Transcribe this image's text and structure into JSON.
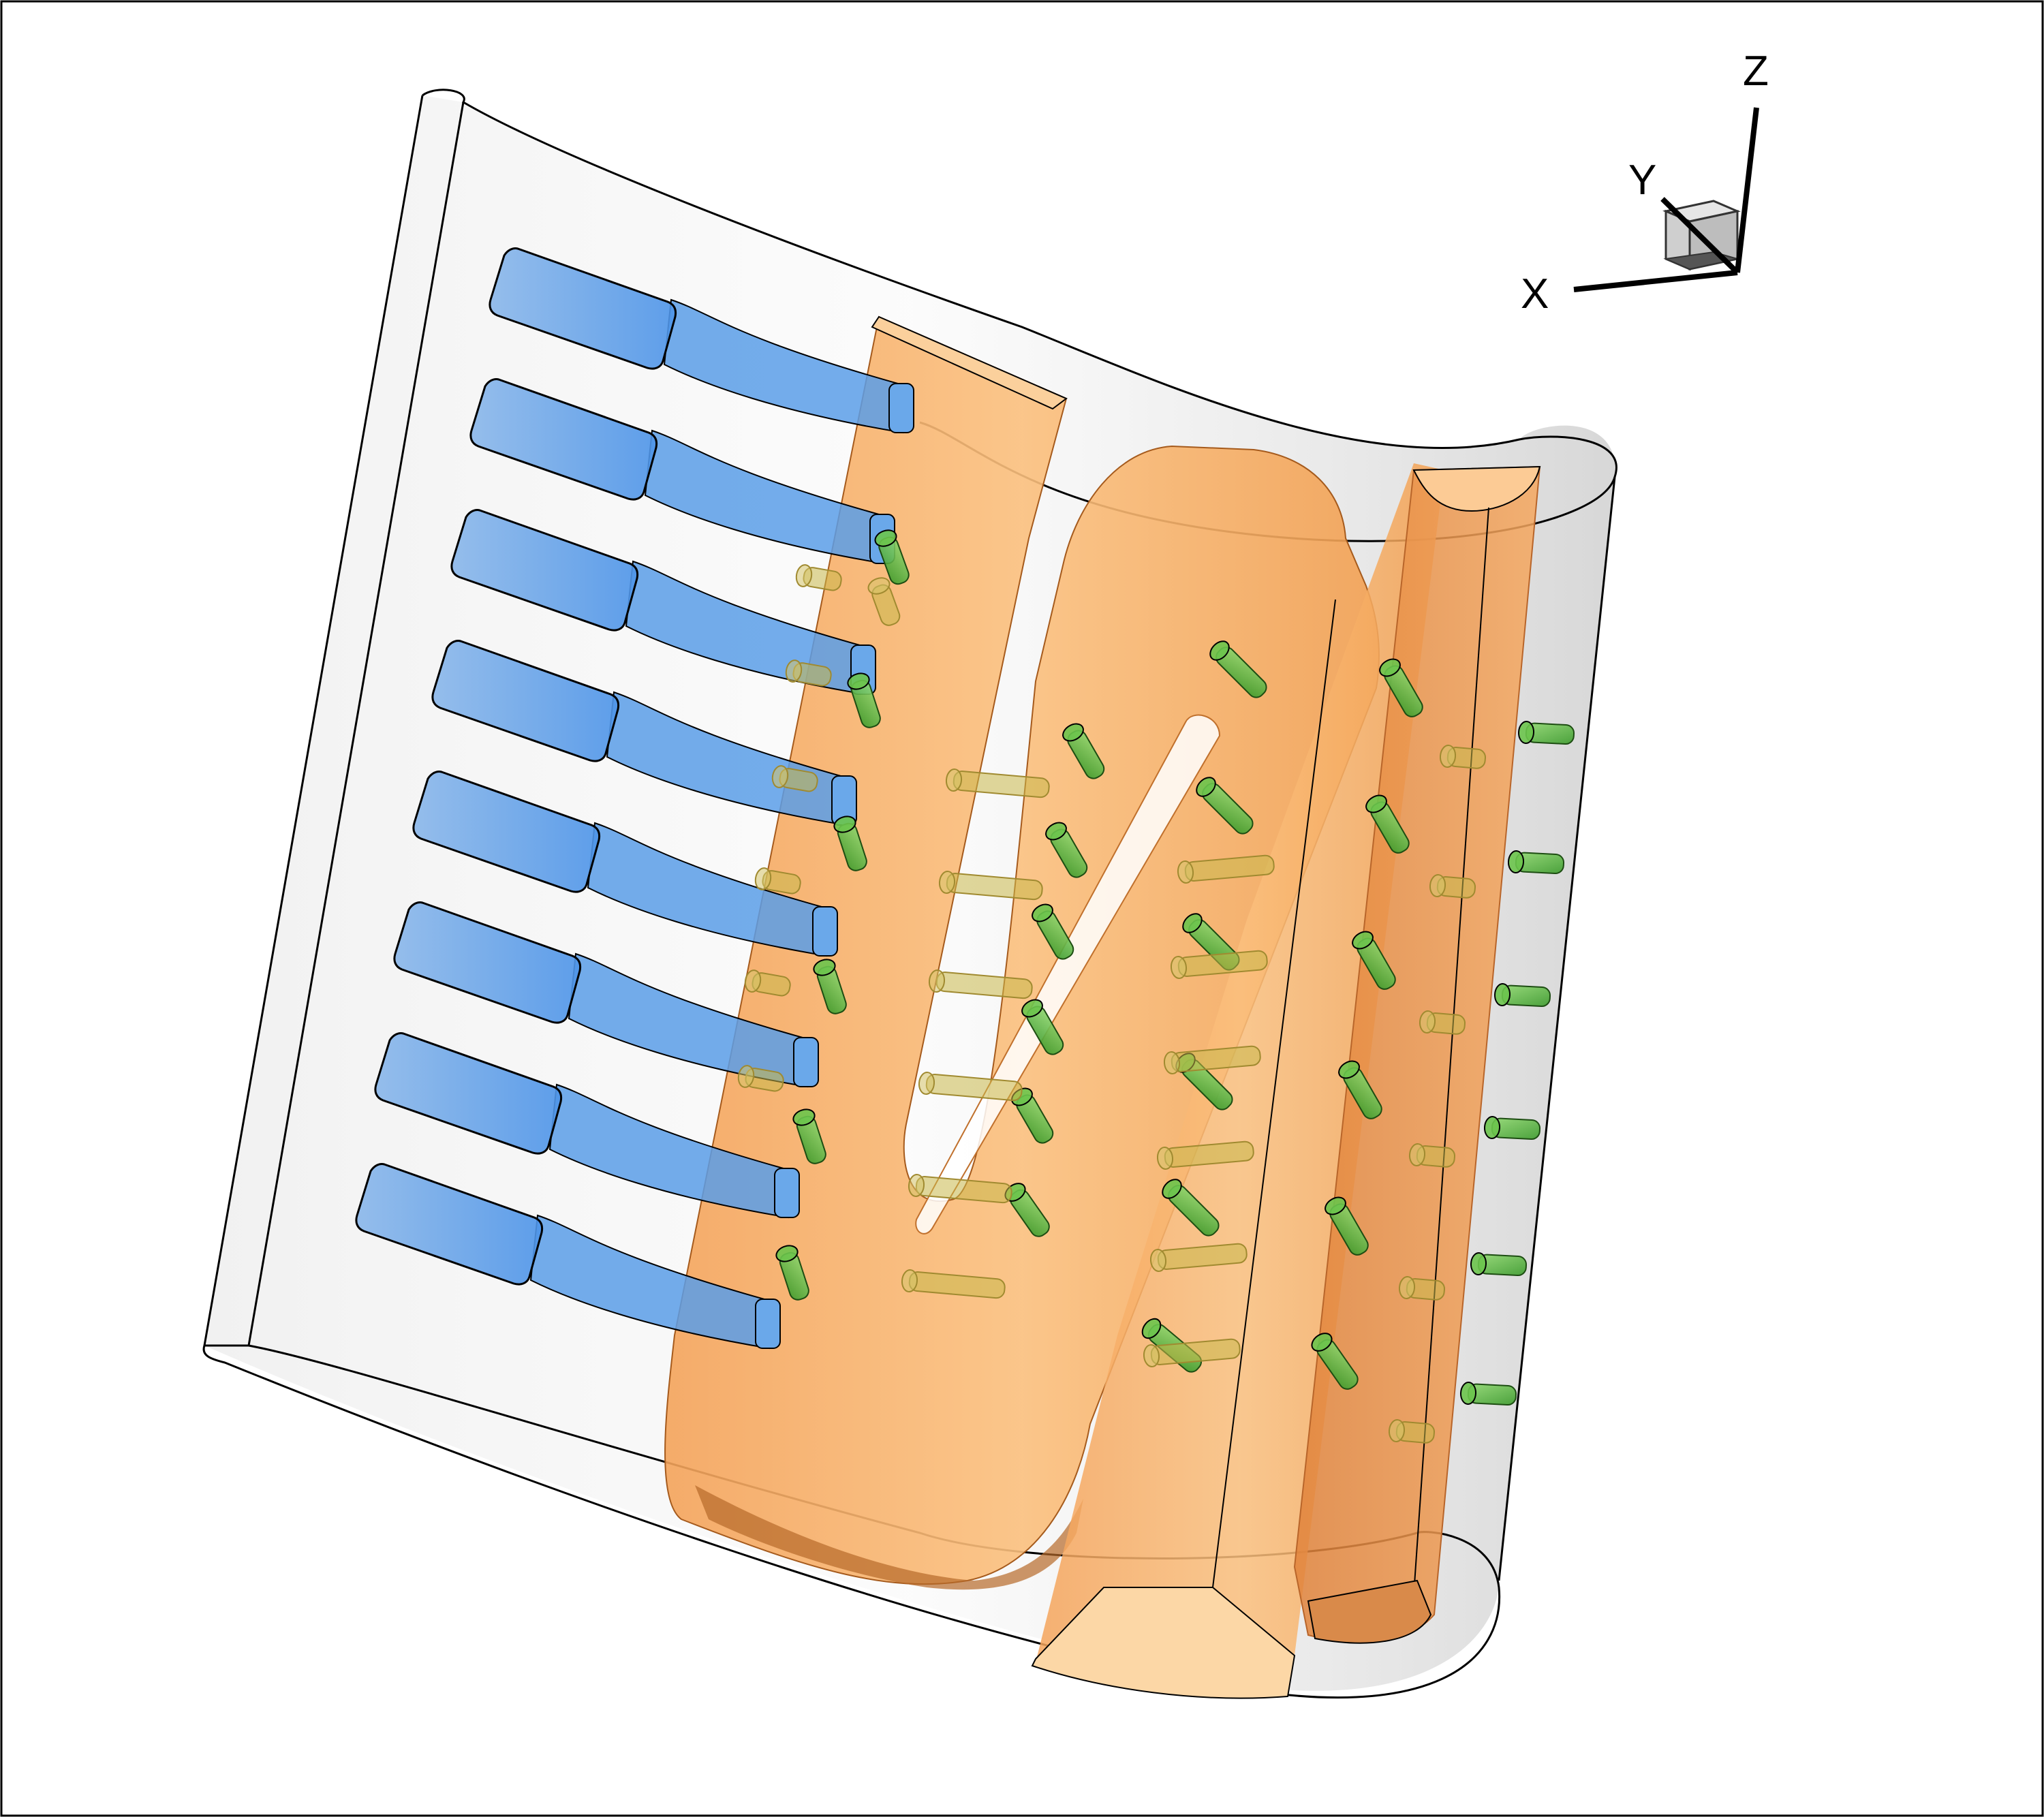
{
  "axes_triad": {
    "x_label": "X",
    "y_label": "Y",
    "z_label": "Z"
  },
  "colors": {
    "blade_shell": "#d9d9d9",
    "serpentine_channels": "#f6a95d",
    "trailing_edge_slots": "#5b9be6",
    "film_cooling_holes": "#4fbf3a",
    "outline": "#000000"
  },
  "counts": {
    "trailing_edge_slots": 8
  }
}
